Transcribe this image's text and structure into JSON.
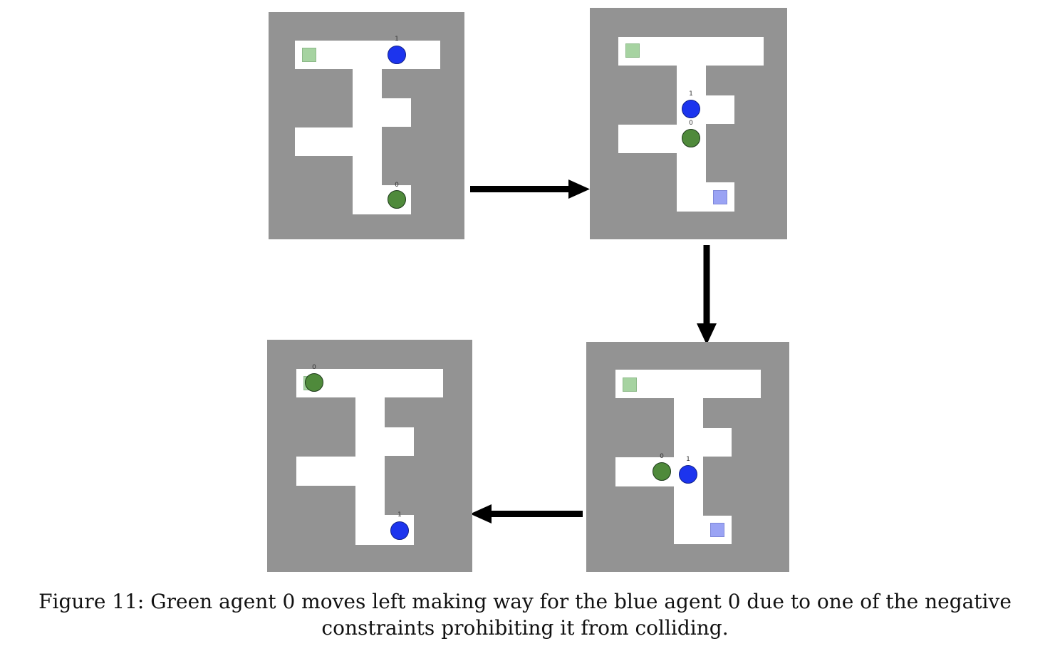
{
  "colors": {
    "wall": "#939393",
    "corridor": "#ffffff",
    "green_agent": "#4f8a3b",
    "blue_agent": "#1c34ee",
    "green_goal": "#a6d3a1",
    "blue_goal": "#9aa3f4",
    "arrow": "#000000"
  },
  "panels": [
    {
      "step": 1,
      "agents": [
        {
          "label": "1",
          "color": "blue"
        },
        {
          "label": "0",
          "color": "green"
        }
      ]
    },
    {
      "step": 2,
      "agents": [
        {
          "label": "1",
          "color": "blue"
        },
        {
          "label": "0",
          "color": "green"
        }
      ]
    },
    {
      "step": 3,
      "agents": [
        {
          "label": "0",
          "color": "green"
        },
        {
          "label": "1",
          "color": "blue"
        }
      ]
    },
    {
      "step": 4,
      "agents": [
        {
          "label": "0",
          "color": "green"
        },
        {
          "label": "1",
          "color": "blue"
        }
      ]
    }
  ],
  "caption": {
    "line1": "Figure 11: Green agent 0 moves left making way for the blue agent 0 due to one of the negative",
    "line2": "constraints prohibiting it from colliding."
  }
}
